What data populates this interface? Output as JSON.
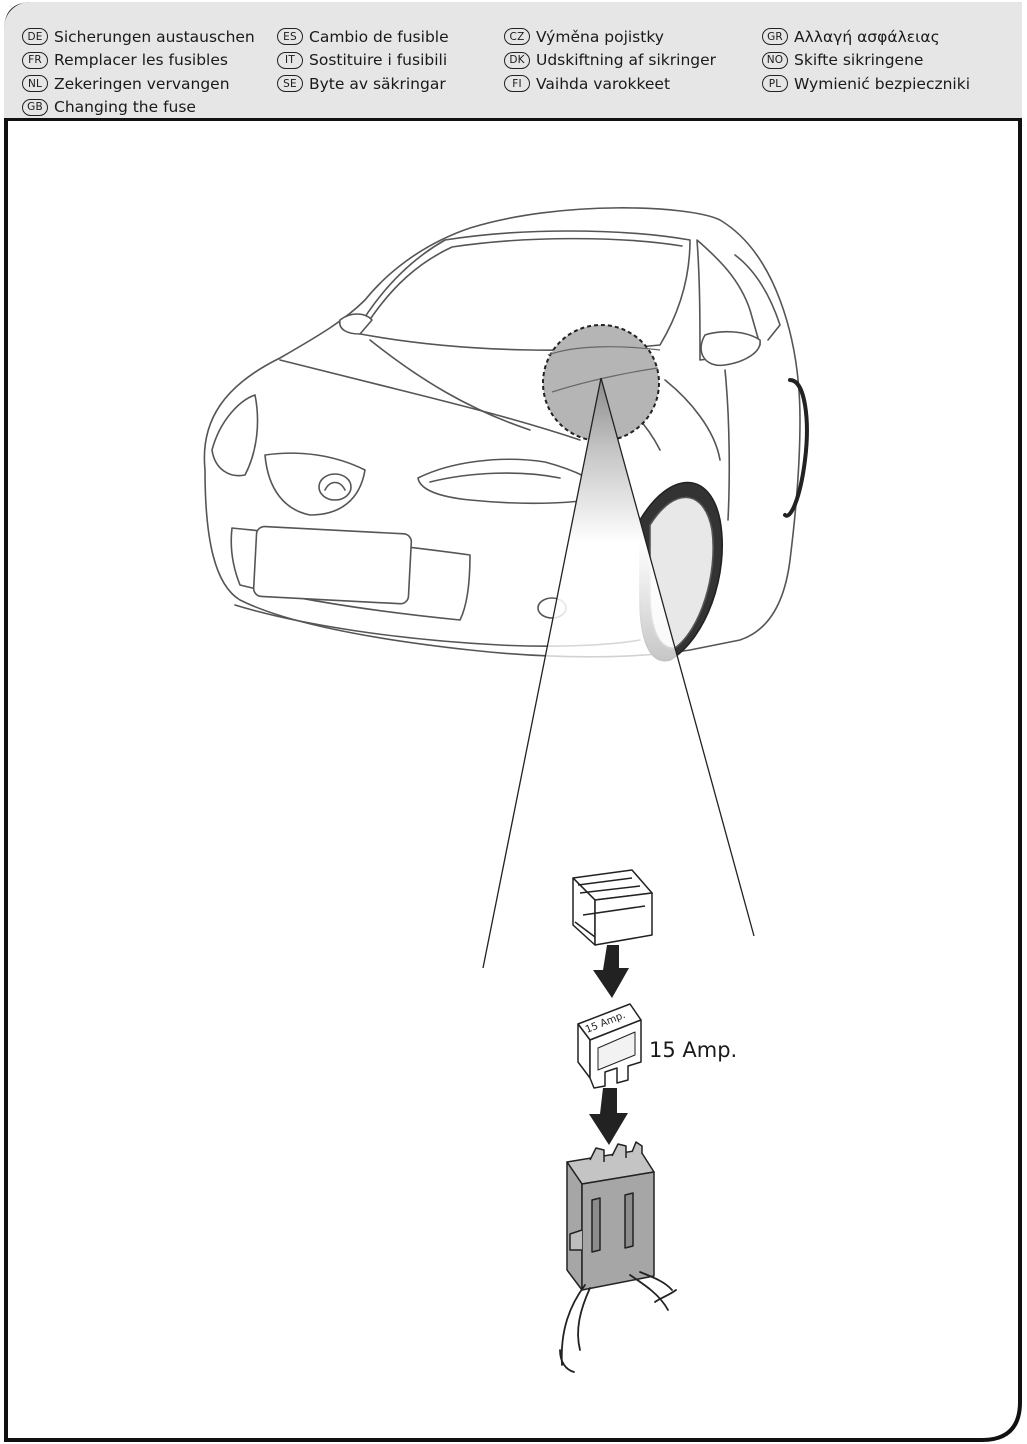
{
  "languages": [
    [
      {
        "code": "DE",
        "text": "Sicherungen austauschen"
      },
      {
        "code": "FR",
        "text": "Remplacer les fusibles"
      },
      {
        "code": "NL",
        "text": "Zekeringen vervangen"
      },
      {
        "code": "GB",
        "text": "Changing the fuse"
      }
    ],
    [
      {
        "code": "ES",
        "text": "Cambio de fusible"
      },
      {
        "code": "IT",
        "text": "Sostituire i fusibili"
      },
      {
        "code": "SE",
        "text": "Byte av säkringar"
      }
    ],
    [
      {
        "code": "CZ",
        "text": "Výměna pojistky"
      },
      {
        "code": "DK",
        "text": "Udskiftning af sikringer"
      },
      {
        "code": "FI",
        "text": "Vaihda varokkeet"
      }
    ],
    [
      {
        "code": "GR",
        "text": "Αλλαγή ασφάλειας"
      },
      {
        "code": "NO",
        "text": "Skifte sikringene"
      },
      {
        "code": "PL",
        "text": "Wymienić bezpieczniki"
      }
    ]
  ],
  "fuse": {
    "rating_label": "15 Amp.",
    "body_label": "15 Amp."
  },
  "colors": {
    "header_bg": "#e6e6e6",
    "highlight": "#b5b5b5",
    "holder": "#a6a6a6",
    "arrow": "#222222"
  }
}
